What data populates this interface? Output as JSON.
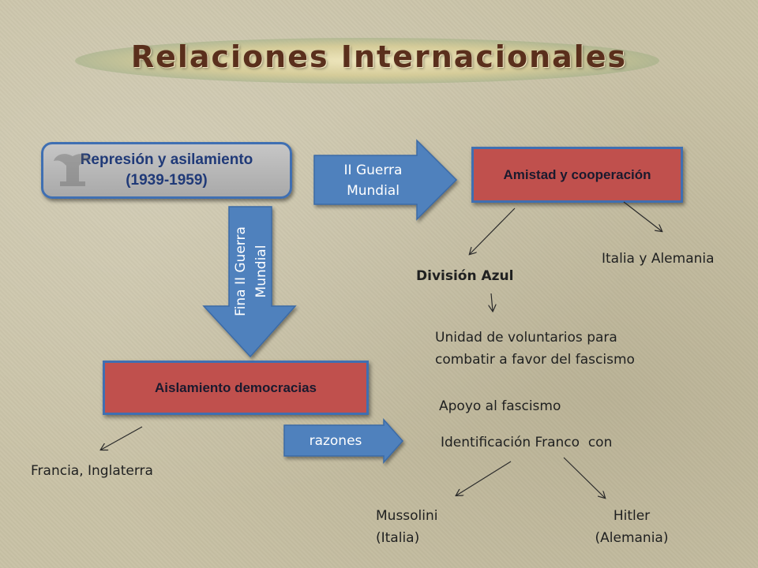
{
  "title": "Relaciones Internacionales",
  "nodes": {
    "represion": {
      "line1": "Represión y asilamiento",
      "line2": "(1939-1959)"
    },
    "amistad": "Amistad y cooperación",
    "aislamiento": "Aislamiento democracias",
    "italia_alemania": "Italia y Alemania",
    "division_azul": "División Azul",
    "unidad_line1": "Unidad de voluntarios para",
    "unidad_line2": "combatir a favor del fascismo",
    "apoyo": "Apoyo al fascismo",
    "identificacion": "Identificación Franco  con",
    "francia": "Francia, Inglaterra",
    "mussolini": {
      "line1": "Mussolini",
      "line2": "(Italia)"
    },
    "hitler": {
      "line1": "Hitler",
      "line2": "(Alemania)"
    }
  },
  "arrows": {
    "guerra": {
      "line1": "II Guerra",
      "line2": "Mundial"
    },
    "fin_guerra": {
      "line1": "Fina II Guerra",
      "line2": "Mundial"
    },
    "razones": "razones"
  },
  "colors": {
    "background": "#c9c2a6",
    "red_box": "#c0504d",
    "grey_box": "#b8b8b8",
    "blue_arrow": "#4f81bd",
    "border_blue": "#3f6fb2",
    "title": "#5a2f1c"
  }
}
